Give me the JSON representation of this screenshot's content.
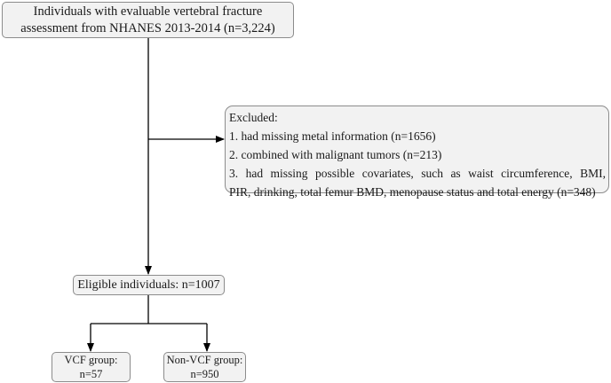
{
  "source_box": {
    "line1": "Individuals with evaluable vertebral fracture",
    "line2": "assessment from NHANES 2013-2014 (n=3,224)"
  },
  "excluded_box": {
    "title": "Excluded:",
    "items": [
      "1.  had missing metal information (n=1656)",
      "2. combined with malignant tumors (n=213)",
      "3. had missing possible covariates, such as waist circumference, BMI,",
      "PIR, drinking, total femur BMD, menopause status and total energy (n=348)"
    ]
  },
  "eligible_box": {
    "text": "Eligible individuals: n=1007"
  },
  "vcf_box": {
    "line1": "VCF group:",
    "line2": "n=57"
  },
  "nonvcf_box": {
    "line1": "Non-VCF group:",
    "line2": "n=950"
  },
  "colors": {
    "box_fill": "#f2f2f2",
    "box_border": "#8c8c8c",
    "connector": "#000000"
  }
}
